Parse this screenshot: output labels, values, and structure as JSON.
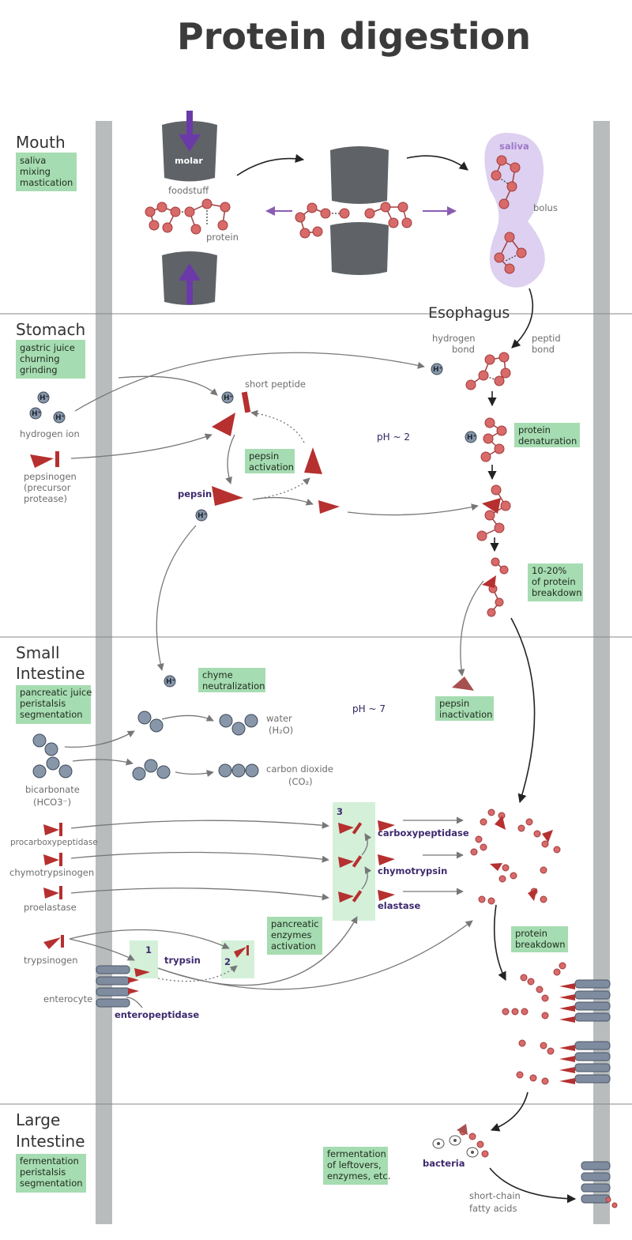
{
  "title": "Protein digestion",
  "sections": {
    "mouth": {
      "title": "Mouth",
      "notes": [
        "saliva",
        "mixing",
        "mastication"
      ]
    },
    "stomach": {
      "title": "Stomach",
      "notes": [
        "gastric juice",
        "churning",
        "grinding"
      ]
    },
    "small_intestine": {
      "title_lines": [
        "Small",
        "Intestine"
      ],
      "notes": [
        "pancreatic juice",
        "peristalsis",
        "segmentation"
      ]
    },
    "large_intestine": {
      "title_lines": [
        "Large",
        "Intestine"
      ],
      "notes": [
        "fermentation",
        "peristalsis",
        "segmentation"
      ]
    }
  },
  "mouth": {
    "molar": "molar",
    "foodstuff": "foodstuff",
    "protein": "protein",
    "saliva": "saliva",
    "bolus": "bolus"
  },
  "esophagus": "Esophagus",
  "stomach": {
    "hydrogen_bond": [
      "hydrogen",
      "bond"
    ],
    "peptide_bond": [
      "peptid",
      "bond"
    ],
    "short_peptide": "short peptide",
    "hydrogen_ion": "hydrogen ion",
    "pepsinogen": [
      "pepsinogen",
      "(precursor",
      "protease)"
    ],
    "pepsin": "pepsin",
    "pepsin_activation": [
      "pepsin",
      "activation"
    ],
    "ph": "pH ~ 2",
    "protein_denaturation": [
      "protein",
      "denaturation"
    ],
    "breakdown": [
      "10-20%",
      "of protein",
      "breakdown"
    ],
    "ion_symbol": "H⁺"
  },
  "small_intestine": {
    "chyme_neutralization": [
      "chyme",
      "neutralization"
    ],
    "ph": "pH ~ 7",
    "pepsin_inactivation": [
      "pepsin",
      "inactivation"
    ],
    "water": [
      "water",
      "(H₂O)"
    ],
    "carbon_dioxide": [
      "carbon dioxide",
      "(CO₂)"
    ],
    "bicarbonate": [
      "bicarbonate",
      "(HCO3⁻)"
    ],
    "procarboxypeptidase": "procarboxypeptidase",
    "chymotrypsinogen": "chymotrypsinogen",
    "proelastase": "proelastase",
    "trypsinogen": "trypsinogen",
    "enterocyte": "enterocyte",
    "enteropeptidase": "enteropeptidase",
    "trypsin": "trypsin",
    "step_1": "1",
    "step_2": "2",
    "step_3": "3",
    "carboxypeptidase": "carboxypeptidase",
    "chymotrypsin": "chymotrypsin",
    "elastase": "elastase",
    "pancreatic_activation": [
      "pancreatic",
      "enzymes",
      "activation"
    ],
    "protein_breakdown": [
      "protein",
      "breakdown"
    ]
  },
  "large_intestine": {
    "fermentation": [
      "fermentation",
      "of leftovers,",
      "enzymes, etc."
    ],
    "bacteria": "bacteria",
    "scfa": [
      "short-chain",
      "fatty acids"
    ]
  }
}
